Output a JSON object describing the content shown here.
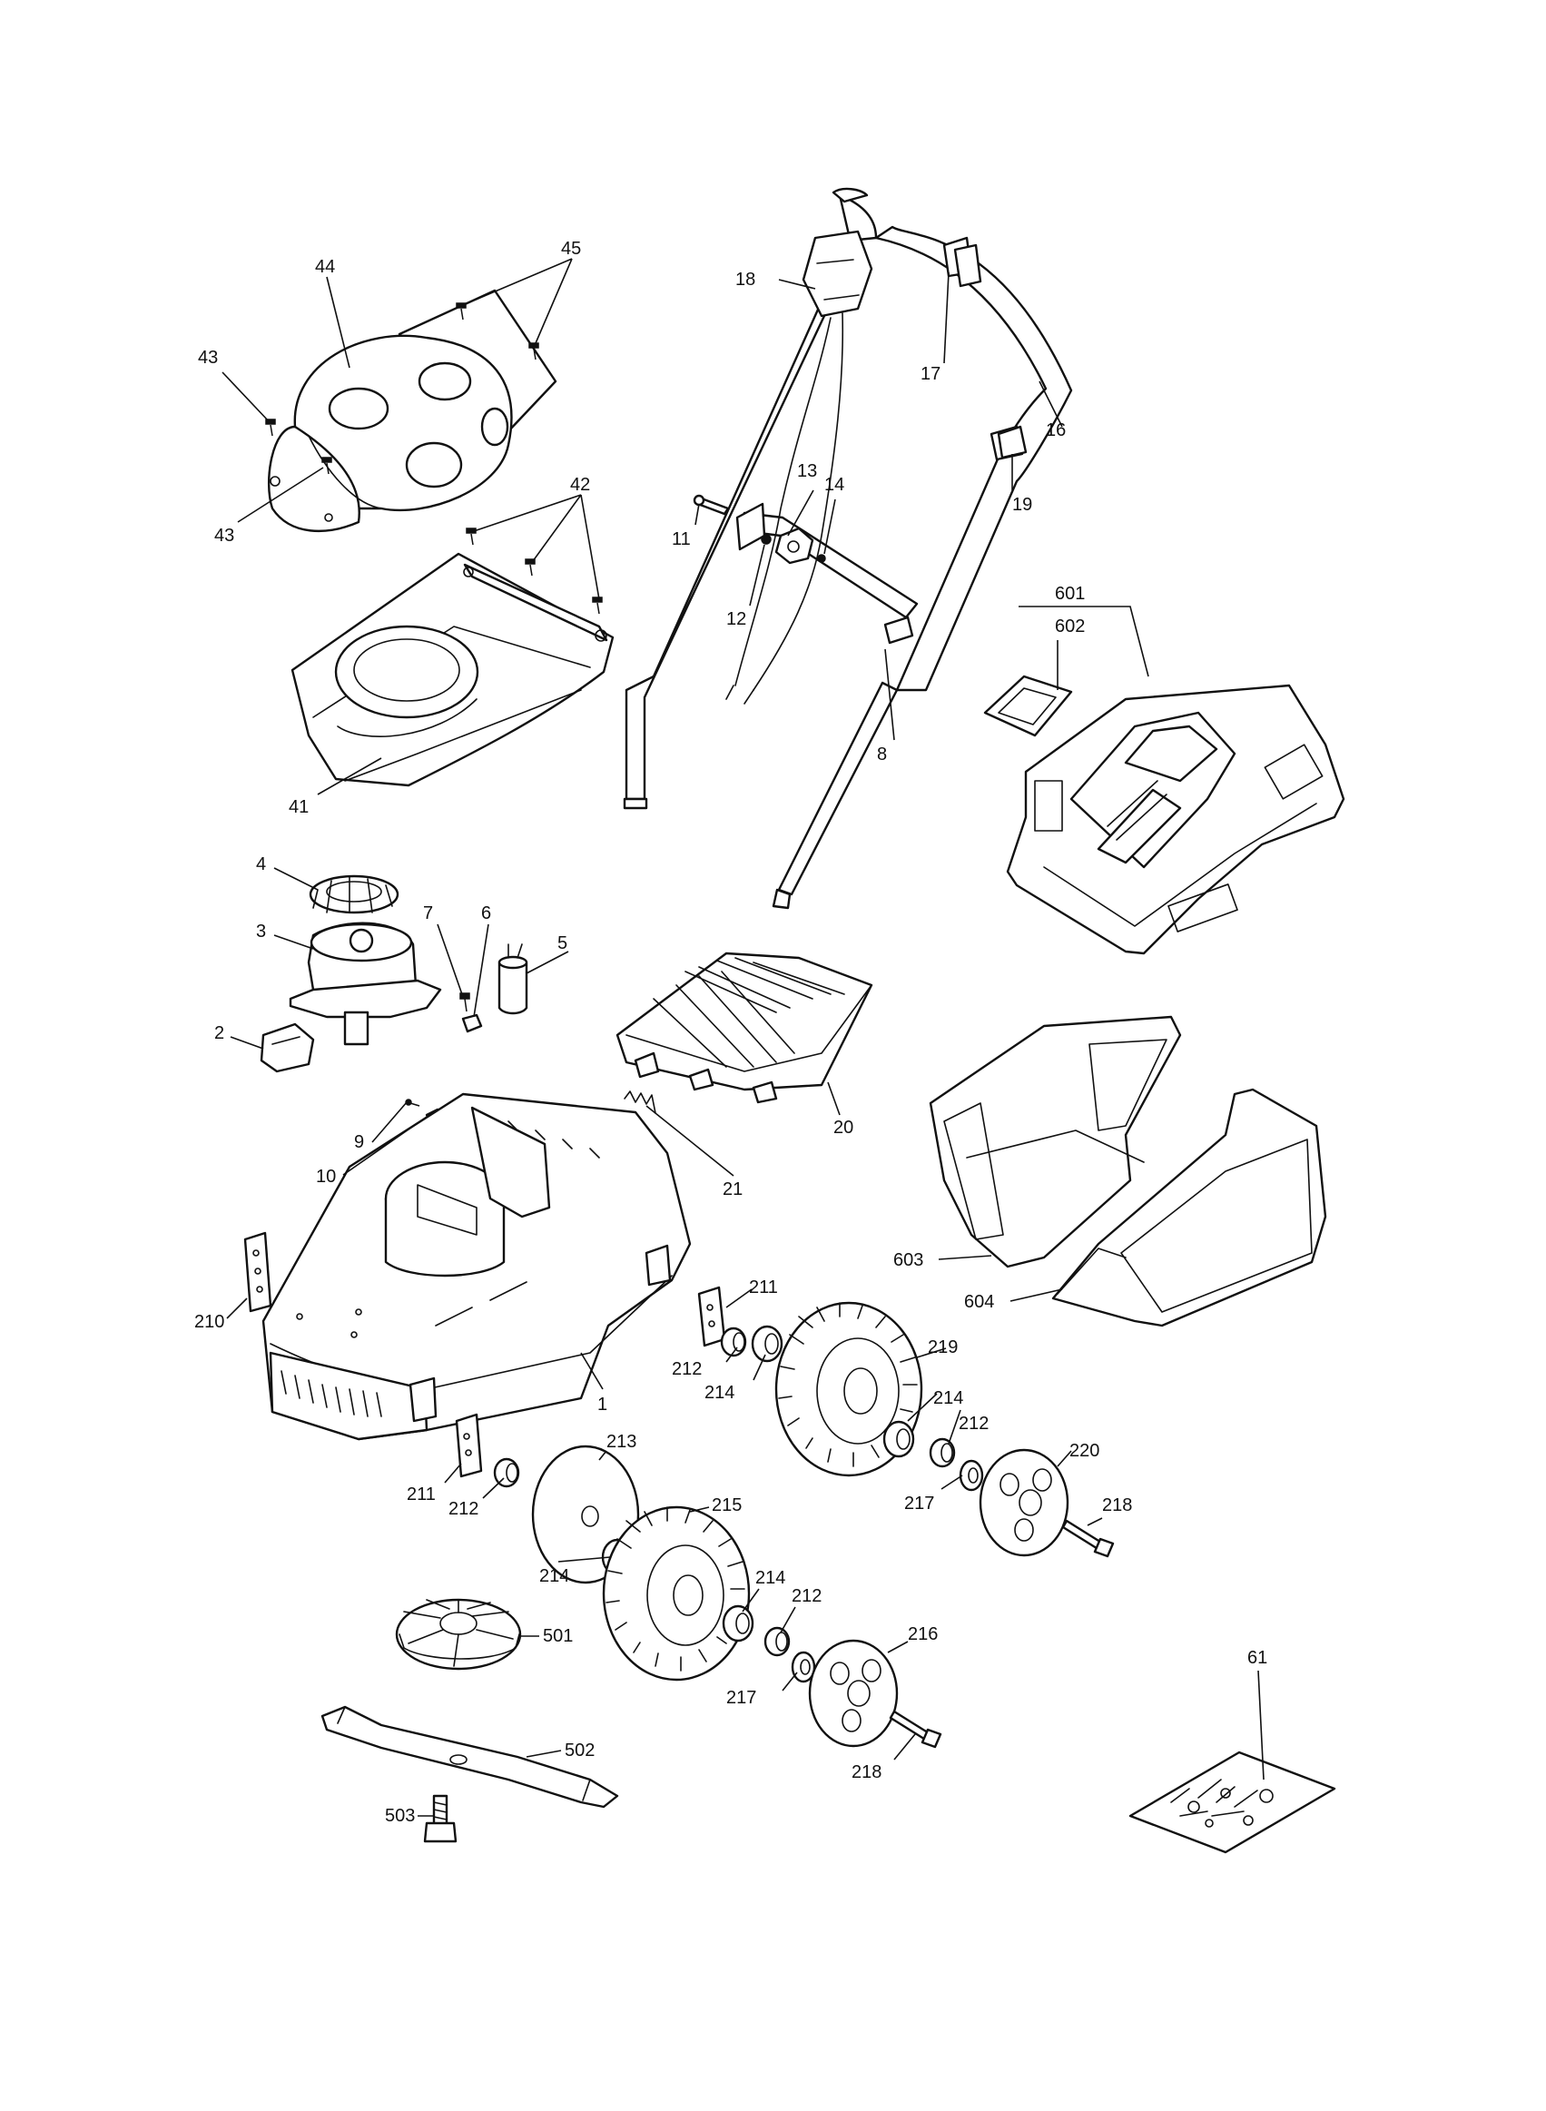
{
  "diagram": {
    "labels": [
      {
        "id": "l44",
        "text": "44"
      },
      {
        "id": "l45",
        "text": "45"
      },
      {
        "id": "l43a",
        "text": "43"
      },
      {
        "id": "l43b",
        "text": "43"
      },
      {
        "id": "l42",
        "text": "42"
      },
      {
        "id": "l41",
        "text": "41"
      },
      {
        "id": "l18",
        "text": "18"
      },
      {
        "id": "l17",
        "text": "17"
      },
      {
        "id": "l16",
        "text": "16"
      },
      {
        "id": "l19",
        "text": "19"
      },
      {
        "id": "l13",
        "text": "13"
      },
      {
        "id": "l14",
        "text": "14"
      },
      {
        "id": "l11",
        "text": "11"
      },
      {
        "id": "l12",
        "text": "12"
      },
      {
        "id": "l8",
        "text": "8"
      },
      {
        "id": "l601",
        "text": "601"
      },
      {
        "id": "l602",
        "text": "602"
      },
      {
        "id": "l4",
        "text": "4"
      },
      {
        "id": "l3",
        "text": "3"
      },
      {
        "id": "l2",
        "text": "2"
      },
      {
        "id": "l7",
        "text": "7"
      },
      {
        "id": "l6",
        "text": "6"
      },
      {
        "id": "l5",
        "text": "5"
      },
      {
        "id": "l9",
        "text": "9"
      },
      {
        "id": "l10",
        "text": "10"
      },
      {
        "id": "l20",
        "text": "20"
      },
      {
        "id": "l21",
        "text": "21"
      },
      {
        "id": "l603",
        "text": "603"
      },
      {
        "id": "l604",
        "text": "604"
      },
      {
        "id": "l210",
        "text": "210"
      },
      {
        "id": "l1",
        "text": "1"
      },
      {
        "id": "l211a",
        "text": "211"
      },
      {
        "id": "l212a",
        "text": "212"
      },
      {
        "id": "l214a",
        "text": "214"
      },
      {
        "id": "l219",
        "text": "219"
      },
      {
        "id": "l214b",
        "text": "214"
      },
      {
        "id": "l212b",
        "text": "212"
      },
      {
        "id": "l220",
        "text": "220"
      },
      {
        "id": "l217a",
        "text": "217"
      },
      {
        "id": "l218a",
        "text": "218"
      },
      {
        "id": "l211b",
        "text": "211"
      },
      {
        "id": "l212c",
        "text": "212"
      },
      {
        "id": "l213",
        "text": "213"
      },
      {
        "id": "l215",
        "text": "215"
      },
      {
        "id": "l214c",
        "text": "214"
      },
      {
        "id": "l214d",
        "text": "214"
      },
      {
        "id": "l212d",
        "text": "212"
      },
      {
        "id": "l216",
        "text": "216"
      },
      {
        "id": "l217b",
        "text": "217"
      },
      {
        "id": "l218b",
        "text": "218"
      },
      {
        "id": "l501",
        "text": "501"
      },
      {
        "id": "l502",
        "text": "502"
      },
      {
        "id": "l503",
        "text": "503"
      },
      {
        "id": "l61",
        "text": "61"
      }
    ]
  }
}
